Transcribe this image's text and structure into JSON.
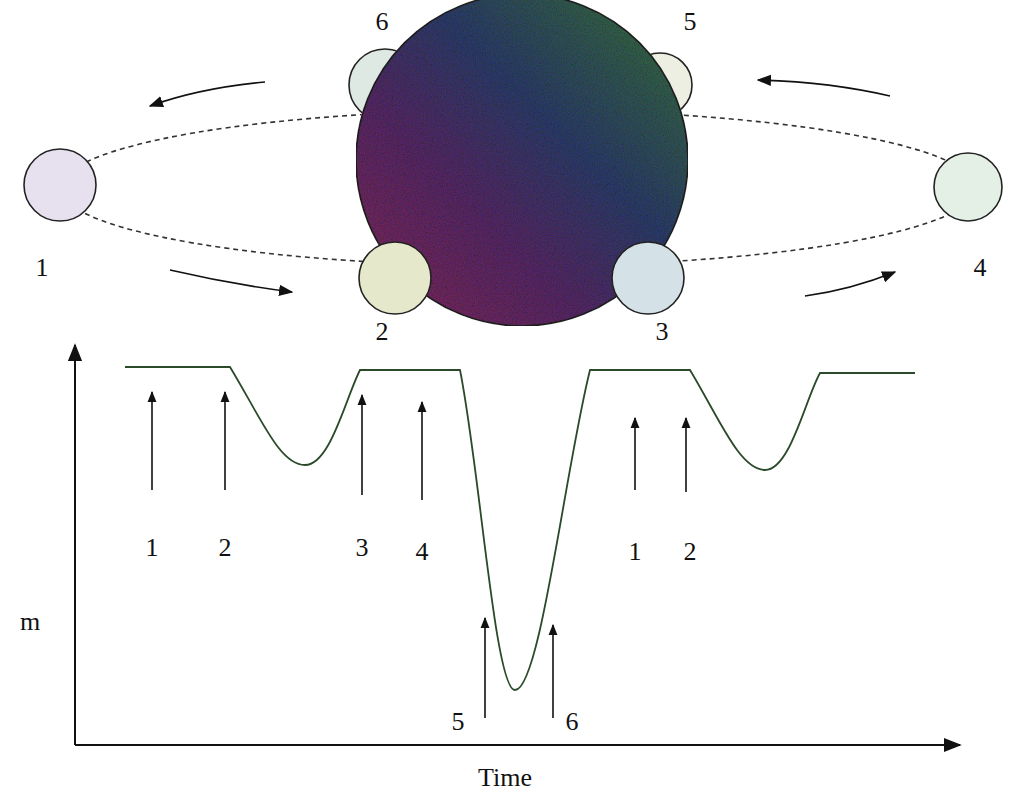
{
  "diagram": {
    "labels": [
      "6",
      "5",
      "1",
      "4",
      "2",
      "3",
      "1",
      "2",
      "3",
      "4",
      "5",
      "6",
      "1",
      "2",
      "m",
      "Time"
    ]
  }
}
